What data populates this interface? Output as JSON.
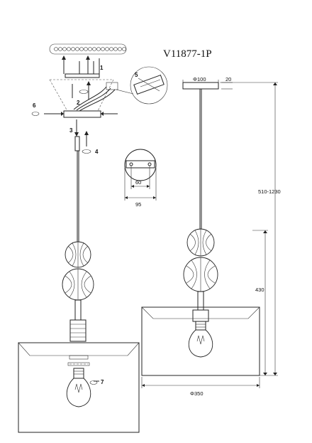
{
  "title": {
    "model": "V11877-1P"
  },
  "steps": [
    "1",
    "2",
    "3",
    "4",
    "5",
    "6",
    "7"
  ],
  "dimensions": {
    "canopy_diameter": "Φ100",
    "canopy_height": "20",
    "overall_height": "510-1230",
    "body_height": "430",
    "shade_diameter": "Φ350",
    "mount_inner": "60",
    "mount_outer": "95"
  }
}
